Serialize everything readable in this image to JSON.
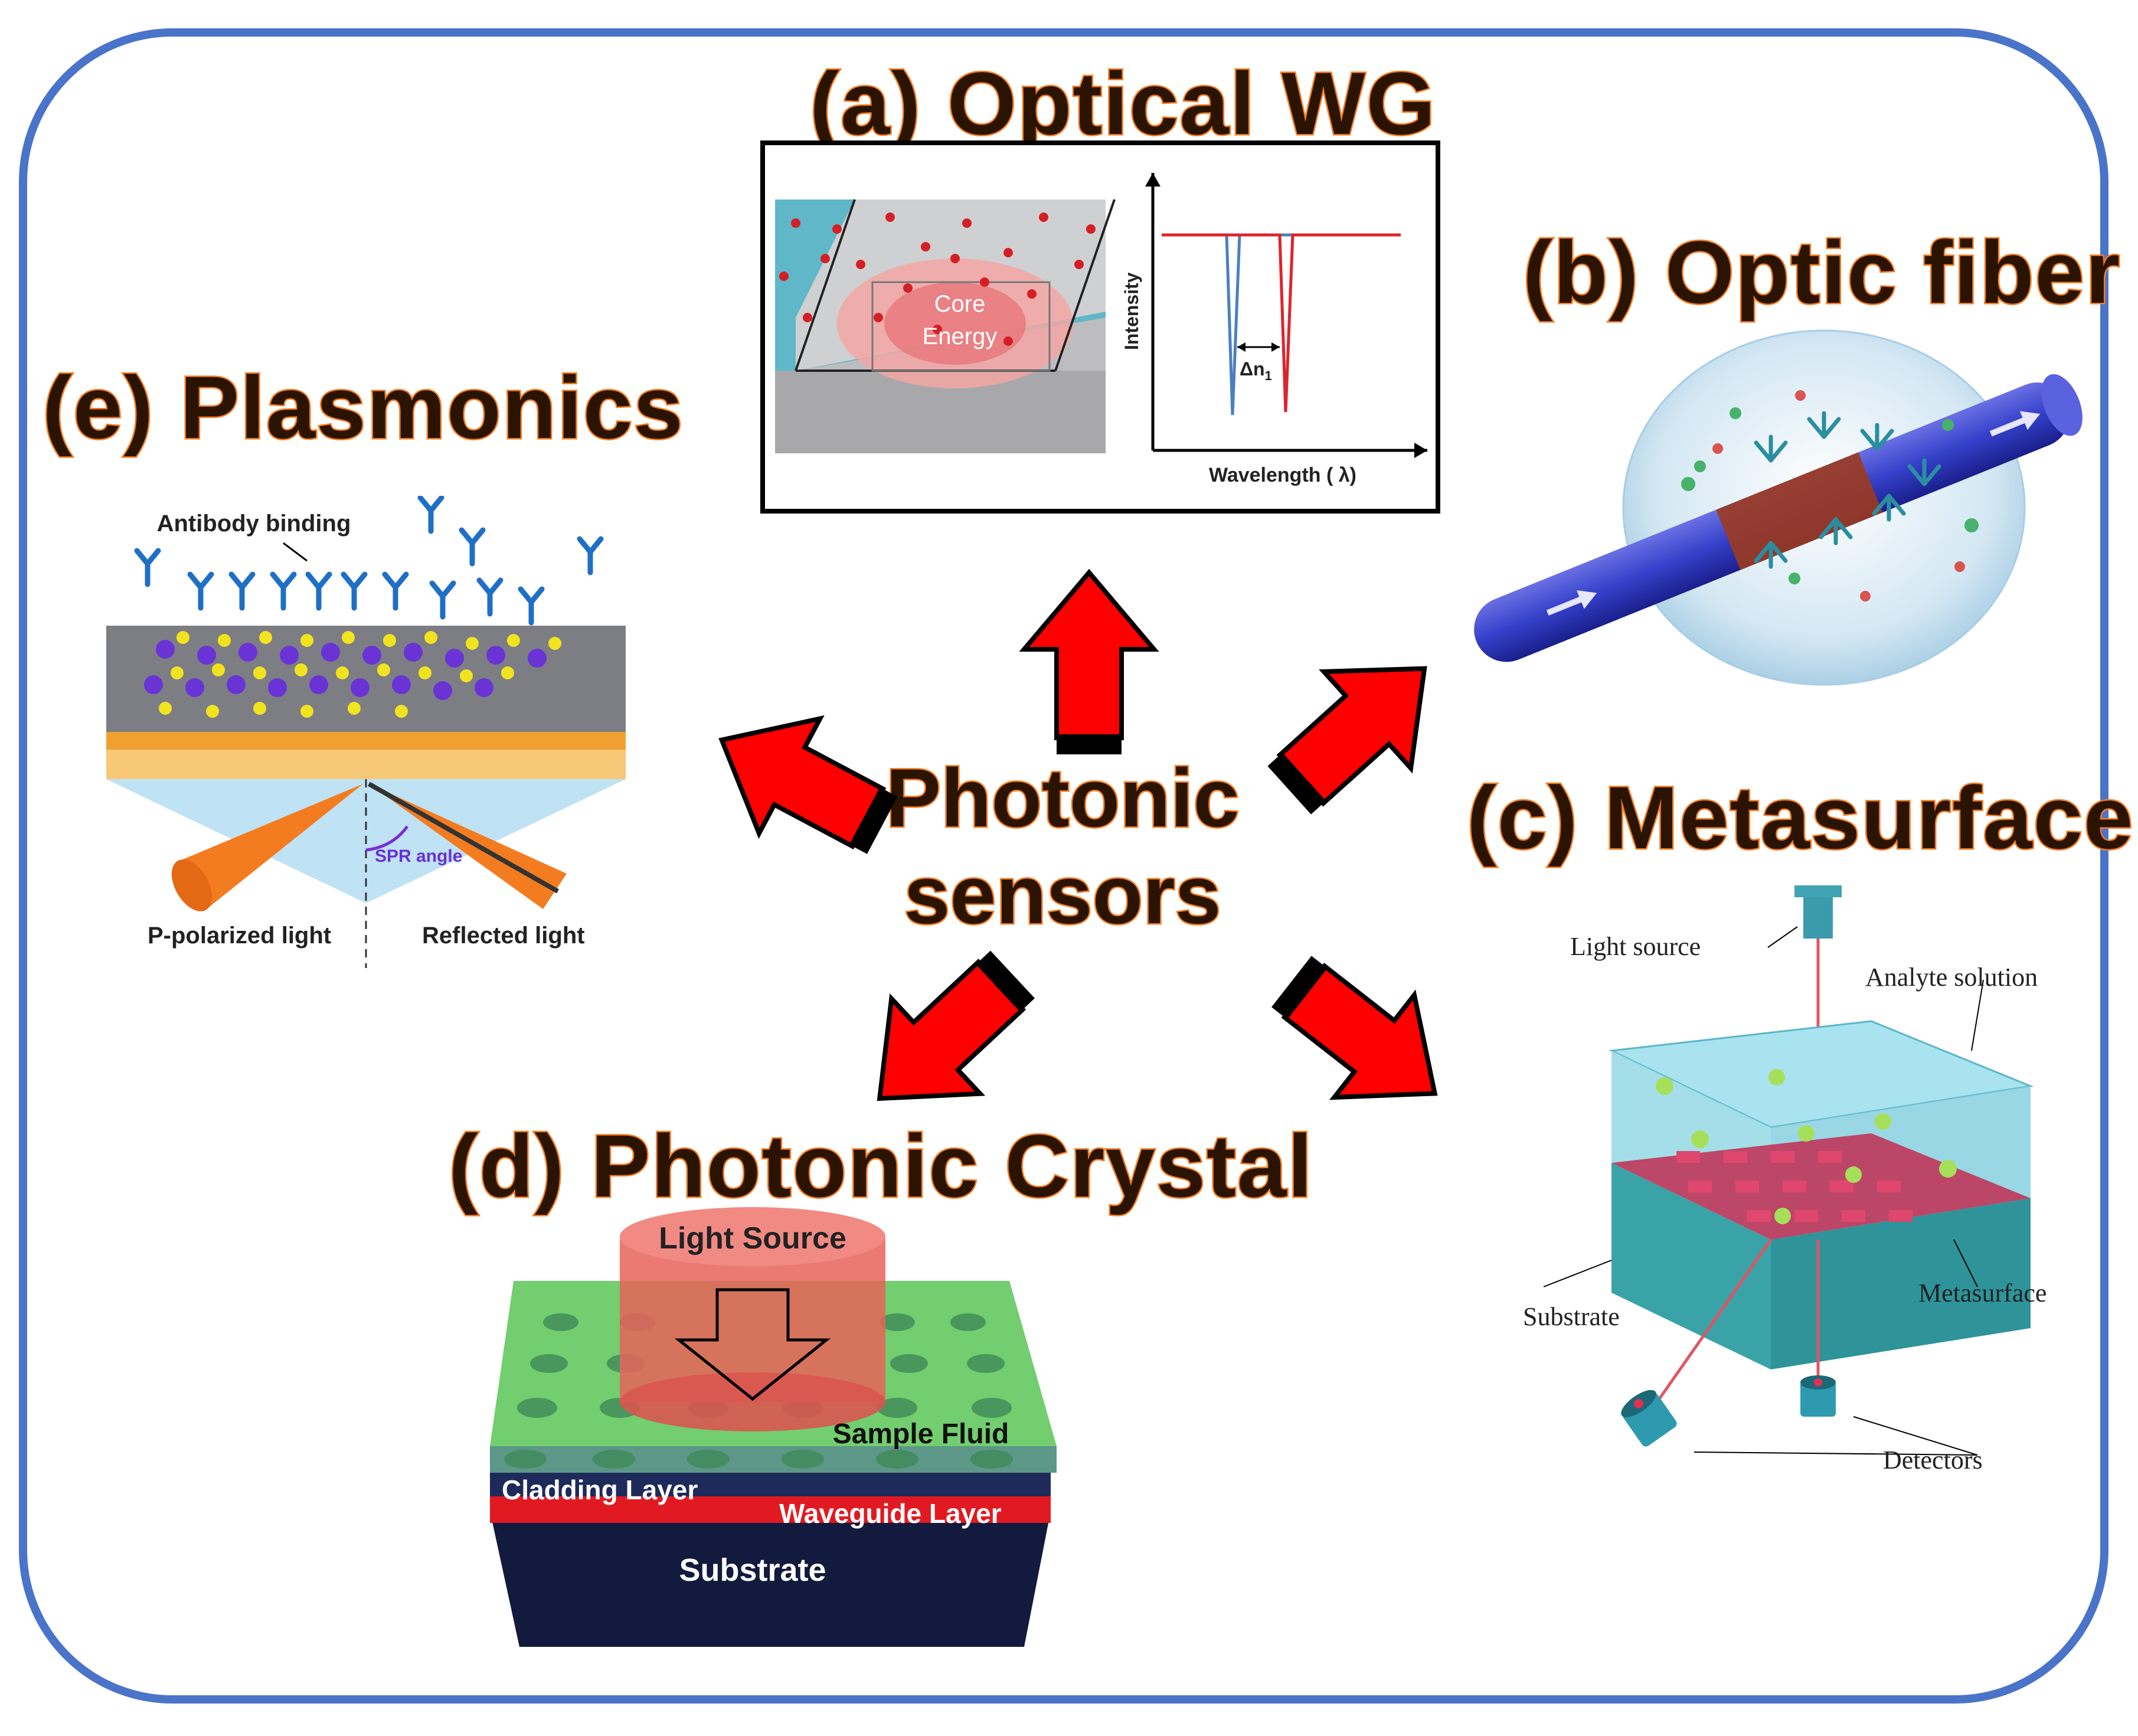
{
  "center": {
    "line1": "Photonic",
    "line2": "sensors"
  },
  "panels": {
    "a": {
      "title": "(a) Optical WG",
      "core_label_1": "Core",
      "core_label_2": "Energy",
      "y_axis_label": "Intensity",
      "x_axis_label": "Wavelength ( λ)",
      "shift_label": "Δn",
      "shift_subscript": "1"
    },
    "b": {
      "title": "(b) Optic fiber"
    },
    "c": {
      "title": "(c) Metasurface",
      "light_source": "Light source",
      "analyte": "Analyte solution",
      "substrate": "Substrate",
      "metasurface": "Metasurface",
      "detectors": "Detectors"
    },
    "d": {
      "title": "(d) Photonic Crystal",
      "light_source": "Light Source",
      "sample_fluid": "Sample Fluid",
      "cladding": "Cladding Layer",
      "waveguide": "Waveguide Layer",
      "substrate": "Substrate"
    },
    "e": {
      "title": "(e) Plasmonics",
      "antibody": "Antibody binding",
      "spr_angle": "SPR angle",
      "p_polarized": "P-polarized light",
      "reflected": "Reflected light"
    }
  },
  "colors": {
    "frame": "#4a74c9",
    "arrow": "#ff0000",
    "title_outline": "#f47c20"
  }
}
